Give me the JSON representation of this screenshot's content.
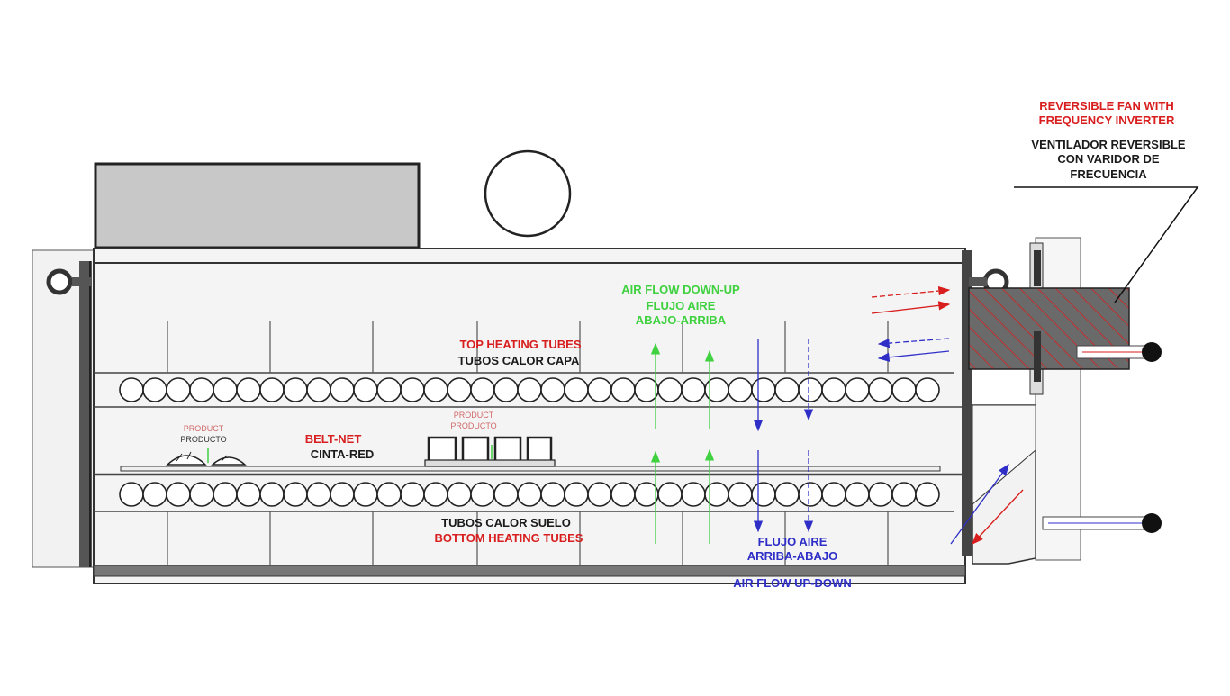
{
  "labels": {
    "fan_en": "REVERSIBLE FAN WITH\nFREQUENCY INVERTER",
    "fan_es": "VENTILADOR REVERSIBLE\nCON VARIDOR DE\nFRECUENCIA",
    "airflow_down_up_en": "AIR FLOW DOWN-UP",
    "airflow_down_up_es": "FLUJO AIRE\nABAJO-ARRIBA",
    "top_tubes_en": "TOP HEATING TUBES",
    "top_tubes_es": "TUBOS CALOR CAPA",
    "belt_en": "BELT-NET",
    "belt_es": "CINTA-RED",
    "product_en_1": "PRODUCT",
    "product_es_1": "PRODUCTO",
    "product_en_2": "PRODUCT",
    "product_es_2": "PRODUCTO",
    "bottom_tubes_es": "TUBOS CALOR SUELO",
    "bottom_tubes_en": "BOTTOM HEATING TUBES",
    "airflow_up_down_es": "FLUJO AIRE\nARRIBA-ABAJO",
    "airflow_up_down_en": "AIR FLOW UP-DOWN"
  },
  "colors": {
    "red": "#d81e1e",
    "green": "#3fd13f",
    "blue": "#2f2fc8",
    "black": "#1a1a1a",
    "frame": "#555555",
    "panel": "#f2f2f2",
    "top_box": "#c8c8c8",
    "fan_box": "#6a6a6a"
  },
  "components": {
    "top_tubes_count": 35,
    "bottom_tubes_count": 35
  }
}
